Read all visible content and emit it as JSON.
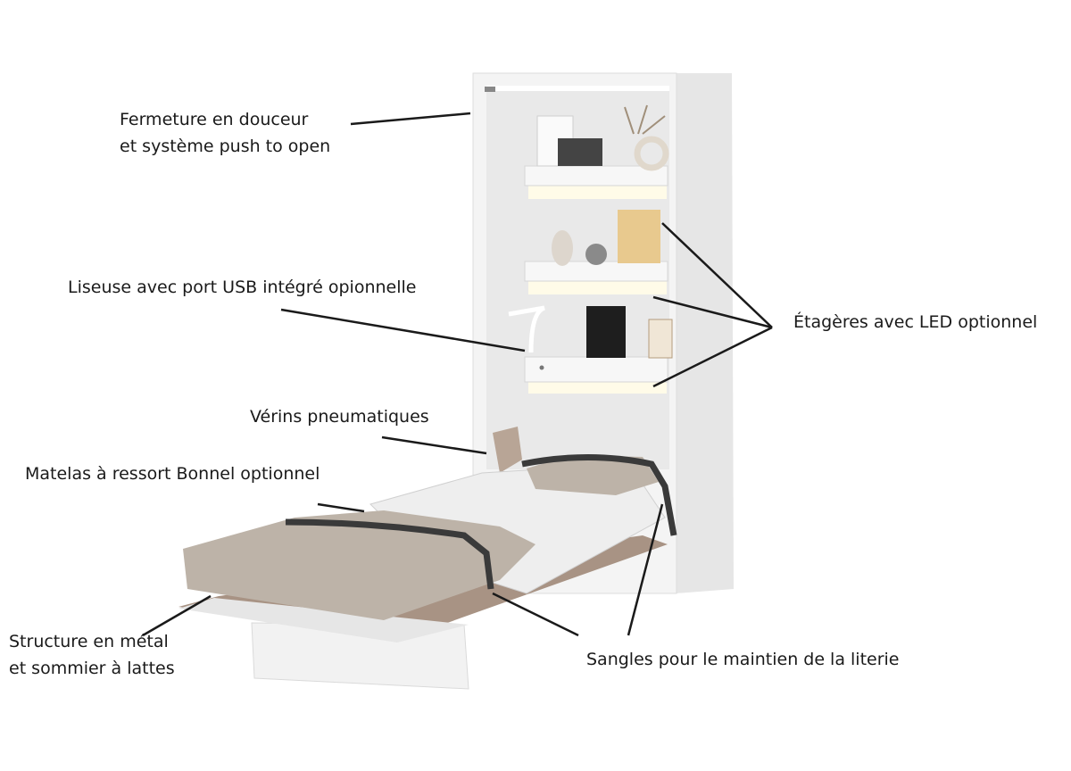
{
  "image": {
    "subject": "wall-bed",
    "colors": {
      "cabinet": "#f2f2f2",
      "cabinet_shadow": "#d9d9d9",
      "interior": "#e9e9e9",
      "led": "#fffbe8",
      "mattress": "#eeeeee",
      "blanket": "#bdb3a8",
      "frame": "#a89384",
      "strap": "#3a3a3a",
      "leader_line": "#1a1a1a"
    }
  },
  "callouts": {
    "soft_close": [
      "Fermeture en douceur",
      "et système push to open"
    ],
    "reading_lamp": [
      "Liseuse avec port USB intégré opionnelle"
    ],
    "shelves_led": [
      "Étagères avec LED optionnel"
    ],
    "gas_pistons": [
      "Vérins pneumatiques"
    ],
    "mattress": [
      "Matelas à ressort Bonnel optionnel"
    ],
    "frame": [
      "Structure en métal",
      "et sommier à lattes"
    ],
    "straps": [
      "Sangles pour le maintien de la literie"
    ]
  }
}
